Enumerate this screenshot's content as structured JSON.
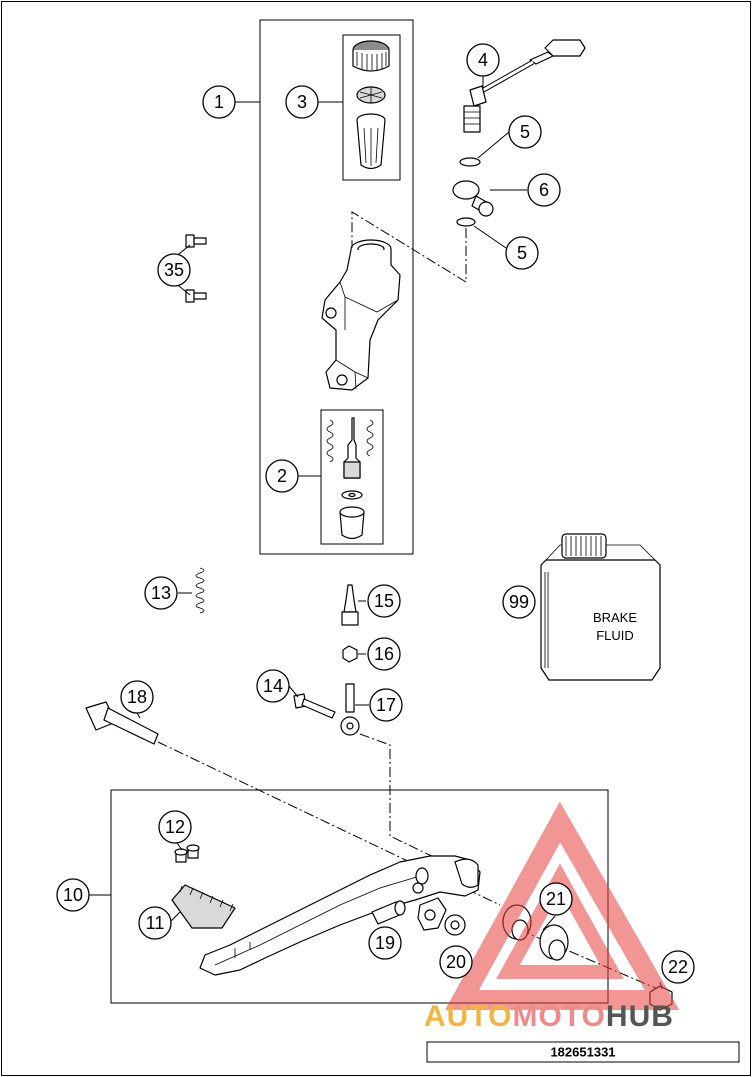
{
  "diagram": {
    "callouts": [
      {
        "id": "c1",
        "label": "1"
      },
      {
        "id": "c2",
        "label": "2"
      },
      {
        "id": "c3",
        "label": "3"
      },
      {
        "id": "c4",
        "label": "4"
      },
      {
        "id": "c5a",
        "label": "5"
      },
      {
        "id": "c6",
        "label": "6"
      },
      {
        "id": "c5b",
        "label": "5"
      },
      {
        "id": "c35",
        "label": "35"
      },
      {
        "id": "c13",
        "label": "13"
      },
      {
        "id": "c15",
        "label": "15"
      },
      {
        "id": "c16",
        "label": "16"
      },
      {
        "id": "c14",
        "label": "14"
      },
      {
        "id": "c17",
        "label": "17"
      },
      {
        "id": "c18",
        "label": "18"
      },
      {
        "id": "c99",
        "label": "99"
      },
      {
        "id": "c12",
        "label": "12"
      },
      {
        "id": "c10",
        "label": "10"
      },
      {
        "id": "c11",
        "label": "11"
      },
      {
        "id": "c19",
        "label": "19"
      },
      {
        "id": "c20",
        "label": "20"
      },
      {
        "id": "c21",
        "label": "21"
      },
      {
        "id": "c22",
        "label": "22"
      }
    ],
    "bottle_label_line1": "BRAKE",
    "bottle_label_line2": "FLUID",
    "reference_number": "182651331"
  },
  "watermark": {
    "part1": "AUTO",
    "part2": "MOTO",
    "part3": "HUB",
    "colors": {
      "part1": "#f2b544",
      "part2": "#f08a8a",
      "part3": "#555555",
      "triangle": "#e8403f"
    }
  }
}
